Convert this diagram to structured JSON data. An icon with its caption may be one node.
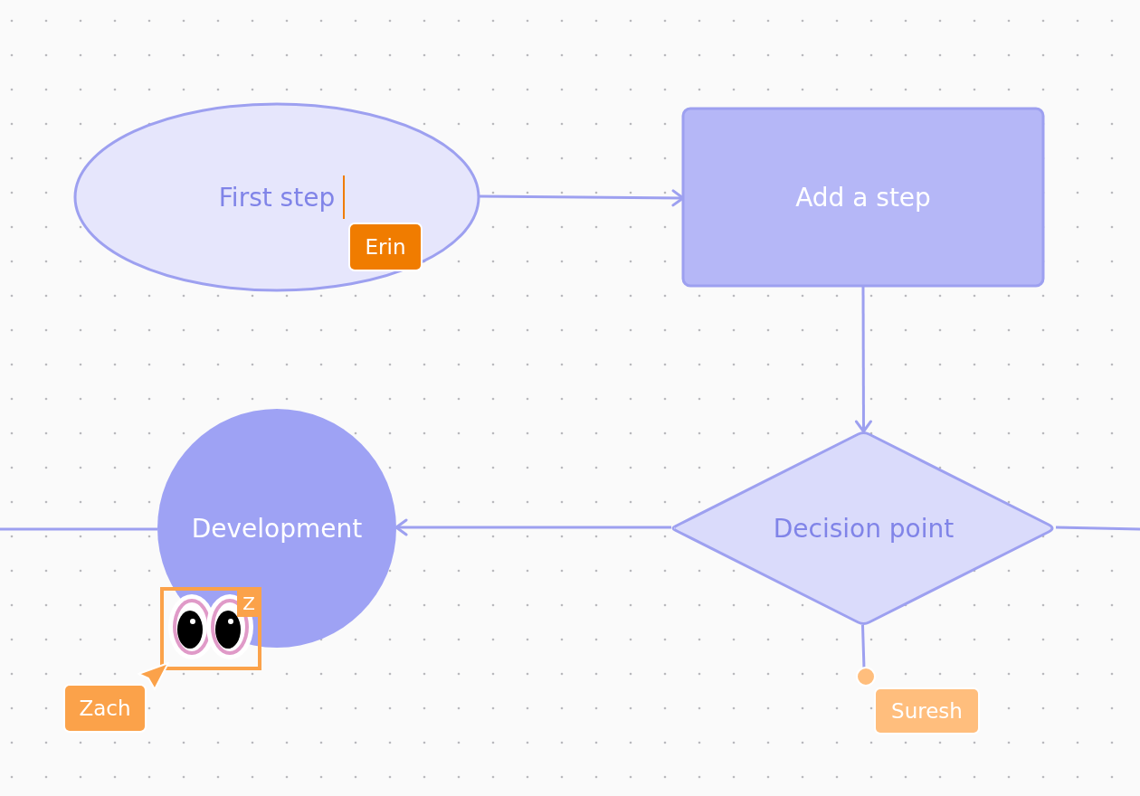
{
  "diagram": {
    "nodes": [
      {
        "text": [
          "First step"
        ]
      },
      {
        "text": [
          "Add a step"
        ]
      },
      {
        "text": [
          "Decision point"
        ]
      },
      {
        "text": [
          "Development"
        ]
      }
    ],
    "edges": [
      {
        "from": 0,
        "to": 1,
        "arrow": "to"
      },
      {
        "from": 1,
        "to": 2,
        "arrow": "to"
      },
      {
        "from": 2,
        "to": 3,
        "arrow": "to"
      },
      {
        "from": null,
        "to": 3,
        "arrow": "none"
      },
      {
        "from": 2,
        "to": null,
        "arrow": "none"
      },
      {
        "from": 2,
        "to": null,
        "arrow": "none"
      }
    ],
    "labels": [
      "Erin",
      "Z",
      "Zach",
      "Suresh"
    ]
  }
}
